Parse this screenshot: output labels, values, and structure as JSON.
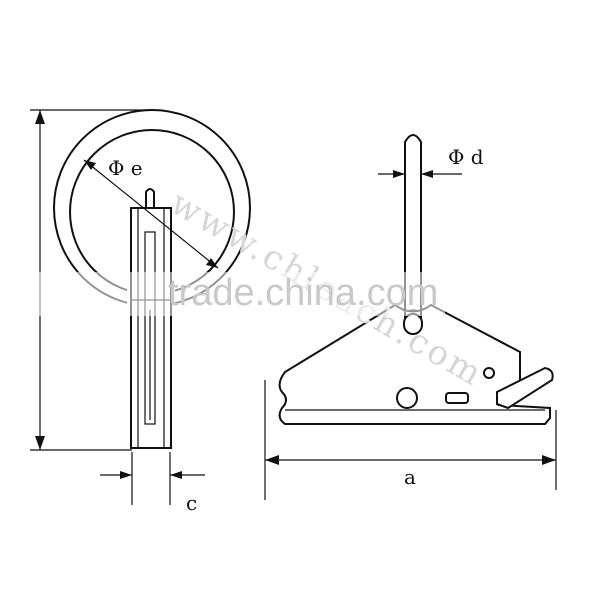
{
  "labels": {
    "phi_e": "Φ e",
    "phi_d": "Φ d",
    "c": "c",
    "a": "a"
  },
  "watermark": {
    "main": "trade.china.com",
    "diagonal": "www.chleach.com"
  },
  "colors": {
    "line": "#111111",
    "watermark": "#c9c9c9",
    "background": "#ffffff"
  }
}
